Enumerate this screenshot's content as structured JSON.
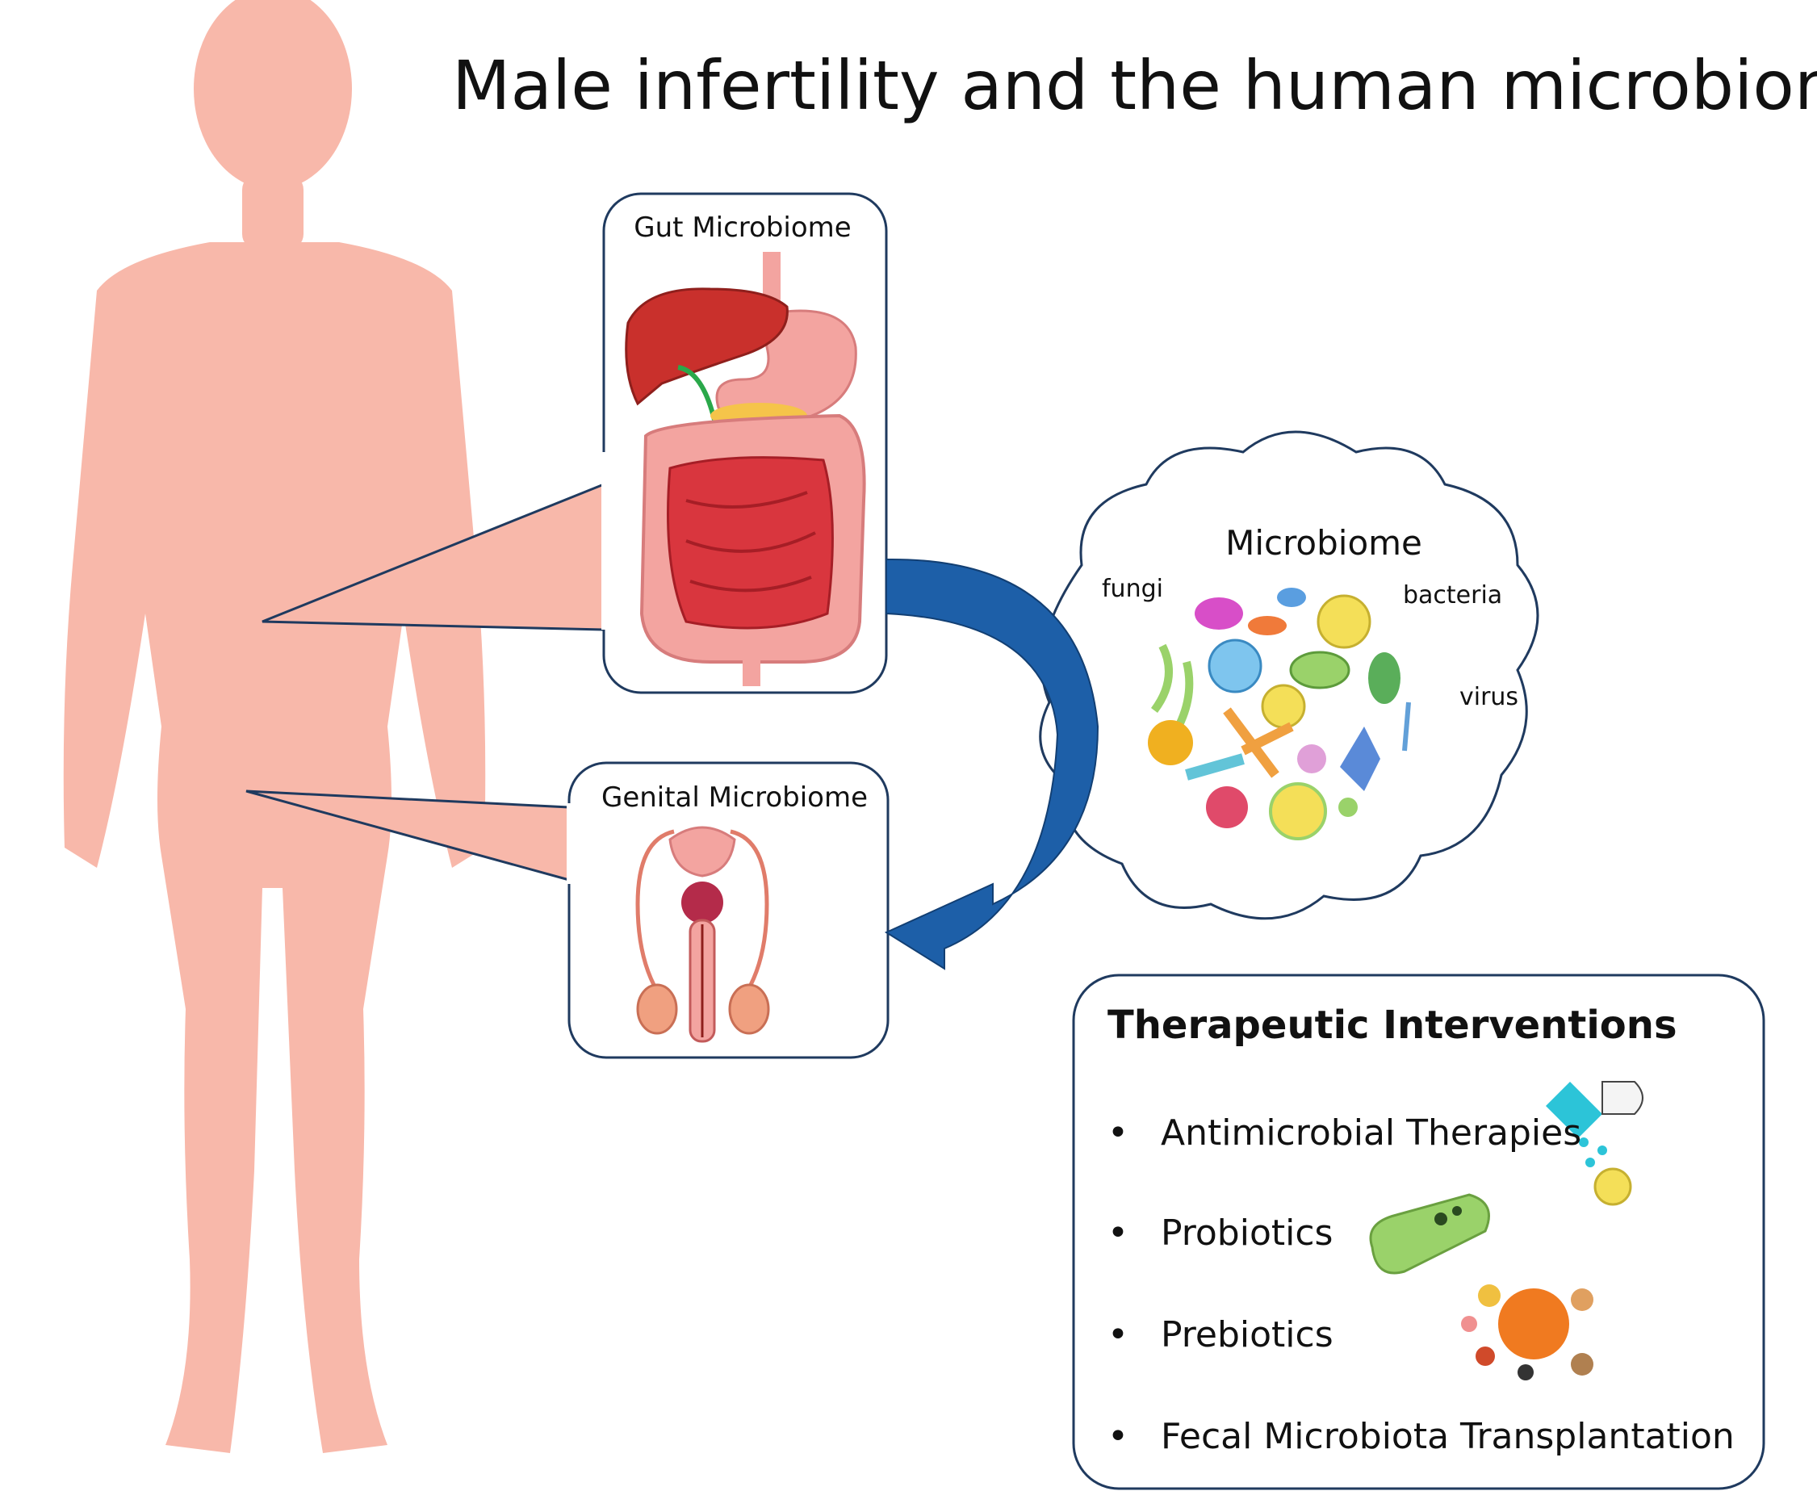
{
  "title": "Male infertility and the human microbiome",
  "gut_panel": {
    "label": "Gut Microbiome",
    "icon": "digestive-system-icon"
  },
  "genital_panel": {
    "label": "Genital Microbiome",
    "icon": "male-reproductive-system-icon"
  },
  "microbiome_cloud": {
    "title": "Microbiome",
    "words": [
      "fungi",
      "bacteria",
      "virus"
    ]
  },
  "therapeutic": {
    "title": "Therapeutic Interventions",
    "bullet": "•",
    "items": [
      "Antimicrobial Therapies",
      "Probiotics",
      "Prebiotics",
      "Fecal Microbiota Transplantation"
    ]
  },
  "colors": {
    "silhouette": "#f8b8aa",
    "outline": "#1f3a5f",
    "arrow": "#1d5fa8",
    "organ_red": "#d9363e",
    "organ_pink": "#f3a4a0"
  }
}
